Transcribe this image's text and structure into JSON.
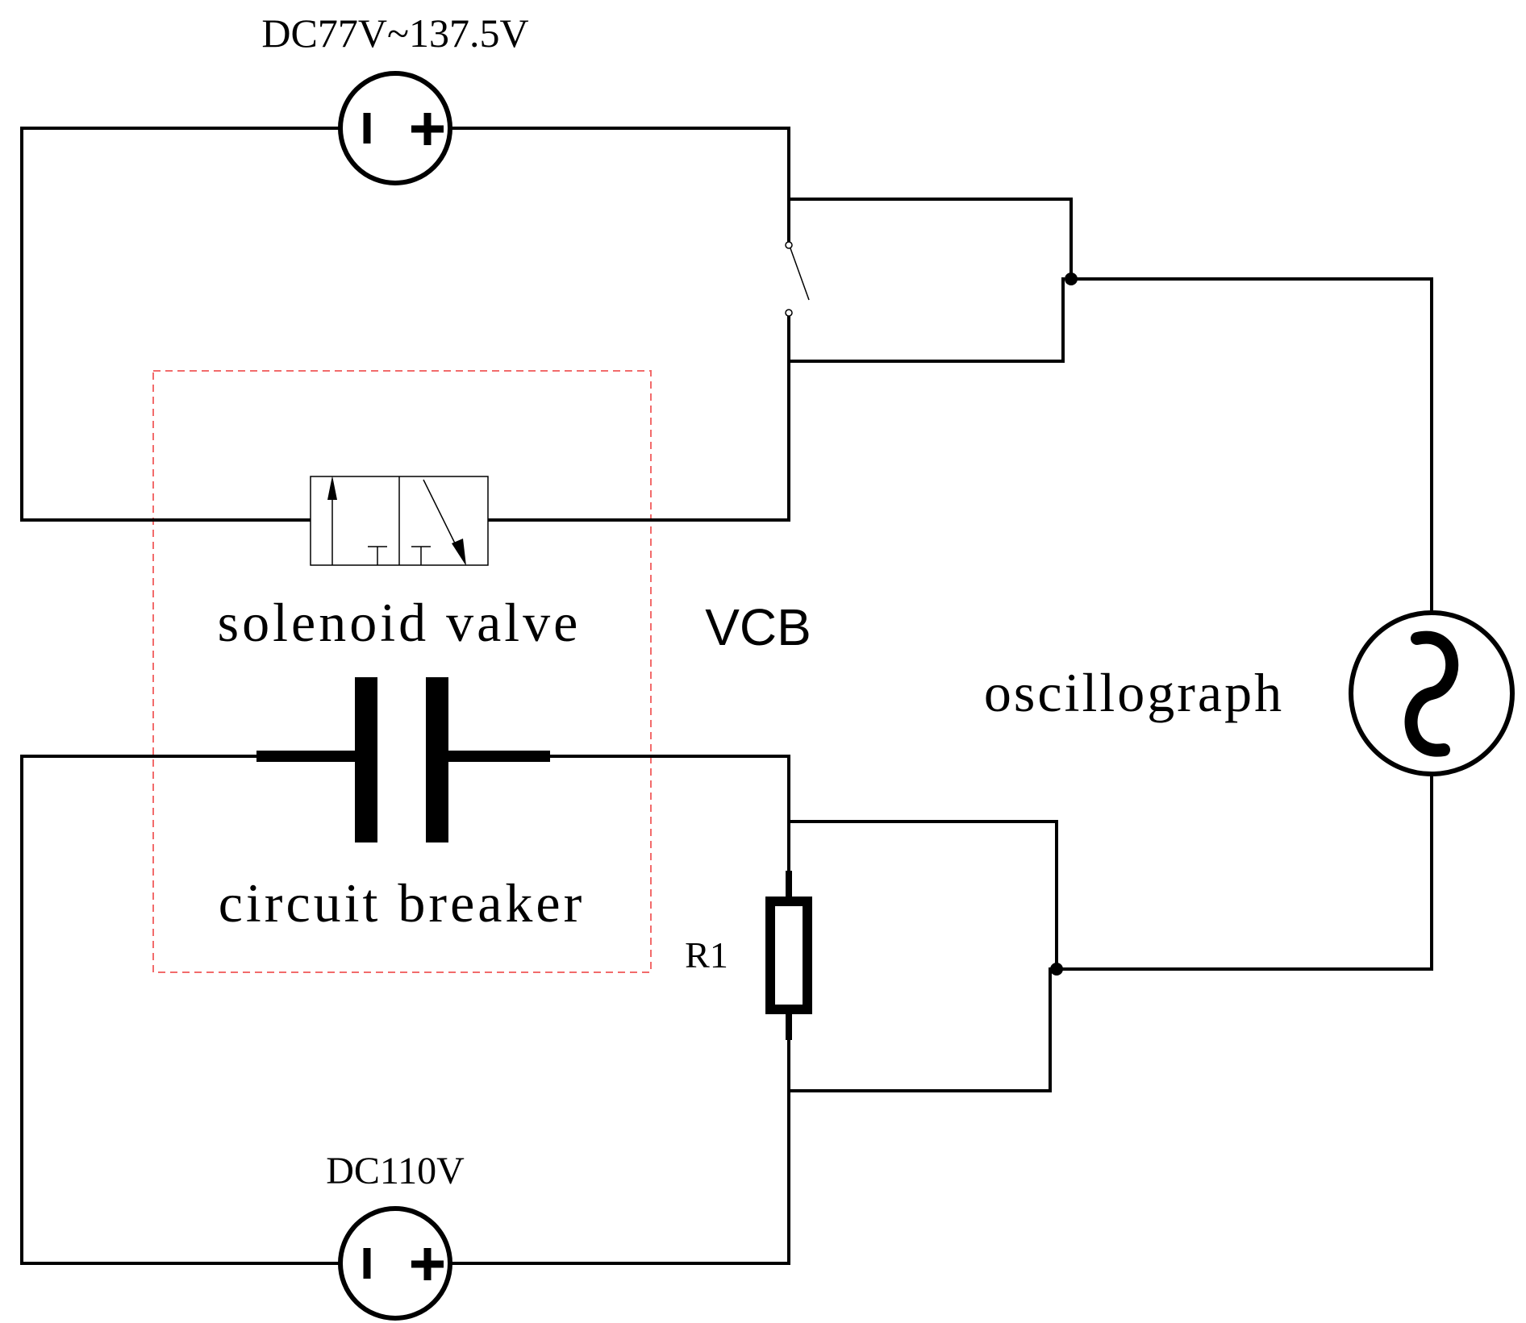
{
  "labels": {
    "source_top": "DC77V~137.5V",
    "source_bottom": "DC110V",
    "solenoid": "solenoid valve",
    "breaker": "circuit breaker",
    "vcb": "VCB",
    "oscillograph": "oscillograph",
    "resistor": "R1"
  },
  "colors": {
    "wire": "#000000",
    "boundary": "#f26b6b",
    "background": "#ffffff"
  },
  "icons": {
    "dc_source": "dc-voltage-source-icon",
    "switch": "open-switch-icon",
    "solenoid": "solenoid-valve-icon",
    "breaker": "capacitor-contacts-icon",
    "resistor": "resistor-icon",
    "oscillograph": "ac-sine-source-icon"
  }
}
